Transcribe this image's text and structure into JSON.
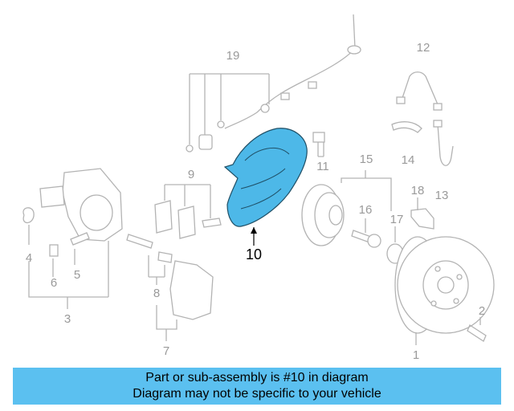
{
  "diagram": {
    "callouts": [
      "1",
      "2",
      "3",
      "4",
      "5",
      "6",
      "7",
      "8",
      "9",
      "10",
      "11",
      "12",
      "13",
      "14",
      "15",
      "16",
      "17",
      "18",
      "19"
    ],
    "highlighted_part": "10",
    "colors": {
      "highlight_fill": "#4db8e8",
      "line": "#b3b3b3",
      "banner": "#5bc0f0"
    }
  },
  "banner": {
    "line1": "Part or sub-assembly is #10 in diagram",
    "line2": "Diagram may not be specific to your vehicle"
  }
}
